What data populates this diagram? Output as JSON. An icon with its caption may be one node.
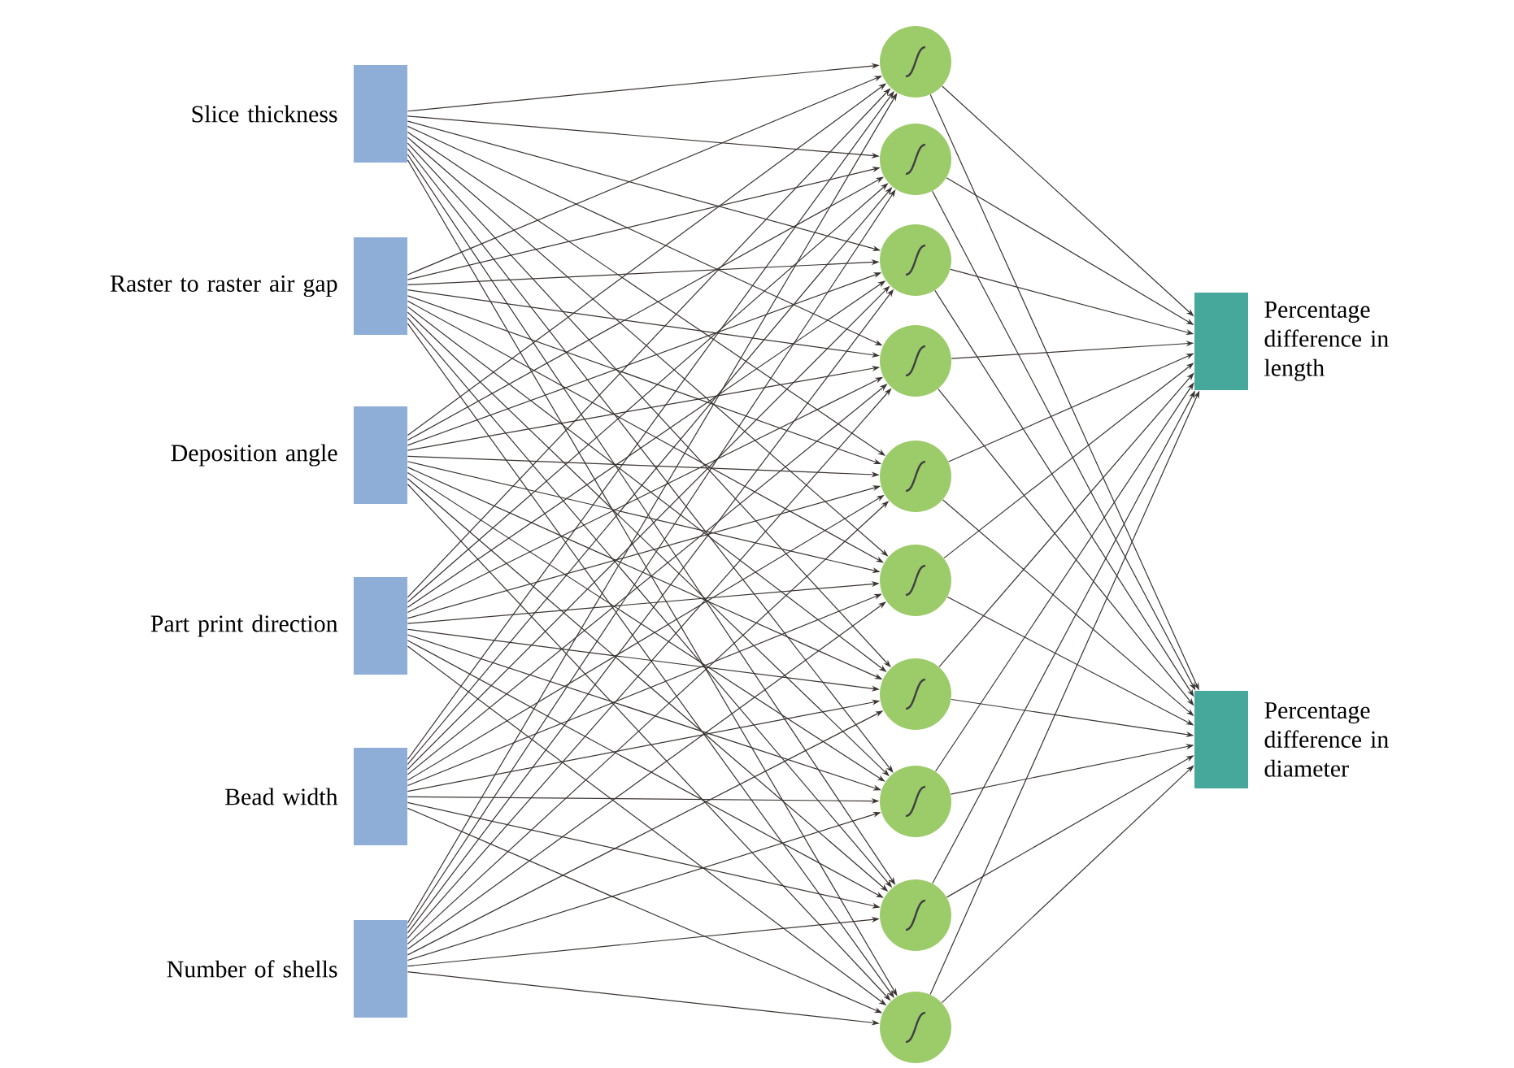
{
  "diagram": {
    "nodes": [
      {
        "text": [
          "Slice thickness"
        ]
      },
      {
        "text": [
          "Raster to raster air gap"
        ]
      },
      {
        "text": [
          "Deposition angle"
        ]
      },
      {
        "text": [
          "Part print direction"
        ]
      },
      {
        "text": [
          "Bead width"
        ]
      },
      {
        "text": [
          "Number of shells"
        ]
      },
      {
        "text": [],
        "shape": "circle"
      },
      {
        "text": [],
        "shape": "circle"
      },
      {
        "text": [],
        "shape": "circle"
      },
      {
        "text": [],
        "shape": "circle"
      },
      {
        "text": [],
        "shape": "circle"
      },
      {
        "text": [],
        "shape": "circle"
      },
      {
        "text": [],
        "shape": "circle"
      },
      {
        "text": [],
        "shape": "circle"
      },
      {
        "text": [],
        "shape": "circle"
      },
      {
        "text": [],
        "shape": "circle"
      },
      {
        "text": [
          "Percentage difference in length"
        ]
      },
      {
        "text": [
          "Percentage difference in diameter"
        ]
      }
    ],
    "edges": [
      {
        "from": 0,
        "to": 6,
        "arrow": "to"
      },
      {
        "from": 0,
        "to": 7,
        "arrow": "to"
      },
      {
        "from": 0,
        "to": 8,
        "arrow": "to"
      },
      {
        "from": 0,
        "to": 9,
        "arrow": "to"
      },
      {
        "from": 0,
        "to": 10,
        "arrow": "to"
      },
      {
        "from": 0,
        "to": 11,
        "arrow": "to"
      },
      {
        "from": 0,
        "to": 12,
        "arrow": "to"
      },
      {
        "from": 0,
        "to": 13,
        "arrow": "to"
      },
      {
        "from": 0,
        "to": 14,
        "arrow": "to"
      },
      {
        "from": 0,
        "to": 15,
        "arrow": "to"
      },
      {
        "from": 1,
        "to": 6,
        "arrow": "to"
      },
      {
        "from": 1,
        "to": 7,
        "arrow": "to"
      },
      {
        "from": 1,
        "to": 8,
        "arrow": "to"
      },
      {
        "from": 1,
        "to": 9,
        "arrow": "to"
      },
      {
        "from": 1,
        "to": 10,
        "arrow": "to"
      },
      {
        "from": 1,
        "to": 11,
        "arrow": "to"
      },
      {
        "from": 1,
        "to": 12,
        "arrow": "to"
      },
      {
        "from": 1,
        "to": 13,
        "arrow": "to"
      },
      {
        "from": 1,
        "to": 14,
        "arrow": "to"
      },
      {
        "from": 1,
        "to": 15,
        "arrow": "to"
      },
      {
        "from": 2,
        "to": 6,
        "arrow": "to"
      },
      {
        "from": 2,
        "to": 7,
        "arrow": "to"
      },
      {
        "from": 2,
        "to": 8,
        "arrow": "to"
      },
      {
        "from": 2,
        "to": 9,
        "arrow": "to"
      },
      {
        "from": 2,
        "to": 10,
        "arrow": "to"
      },
      {
        "from": 2,
        "to": 11,
        "arrow": "to"
      },
      {
        "from": 2,
        "to": 12,
        "arrow": "to"
      },
      {
        "from": 2,
        "to": 13,
        "arrow": "to"
      },
      {
        "from": 2,
        "to": 14,
        "arrow": "to"
      },
      {
        "from": 2,
        "to": 15,
        "arrow": "to"
      },
      {
        "from": 3,
        "to": 6,
        "arrow": "to"
      },
      {
        "from": 3,
        "to": 7,
        "arrow": "to"
      },
      {
        "from": 3,
        "to": 8,
        "arrow": "to"
      },
      {
        "from": 3,
        "to": 9,
        "arrow": "to"
      },
      {
        "from": 3,
        "to": 10,
        "arrow": "to"
      },
      {
        "from": 3,
        "to": 11,
        "arrow": "to"
      },
      {
        "from": 3,
        "to": 12,
        "arrow": "to"
      },
      {
        "from": 3,
        "to": 13,
        "arrow": "to"
      },
      {
        "from": 3,
        "to": 14,
        "arrow": "to"
      },
      {
        "from": 3,
        "to": 15,
        "arrow": "to"
      },
      {
        "from": 4,
        "to": 6,
        "arrow": "to"
      },
      {
        "from": 4,
        "to": 7,
        "arrow": "to"
      },
      {
        "from": 4,
        "to": 8,
        "arrow": "to"
      },
      {
        "from": 4,
        "to": 9,
        "arrow": "to"
      },
      {
        "from": 4,
        "to": 10,
        "arrow": "to"
      },
      {
        "from": 4,
        "to": 11,
        "arrow": "to"
      },
      {
        "from": 4,
        "to": 12,
        "arrow": "to"
      },
      {
        "from": 4,
        "to": 13,
        "arrow": "to"
      },
      {
        "from": 4,
        "to": 14,
        "arrow": "to"
      },
      {
        "from": 4,
        "to": 15,
        "arrow": "to"
      },
      {
        "from": 5,
        "to": 6,
        "arrow": "to"
      },
      {
        "from": 5,
        "to": 7,
        "arrow": "to"
      },
      {
        "from": 5,
        "to": 8,
        "arrow": "to"
      },
      {
        "from": 5,
        "to": 9,
        "arrow": "to"
      },
      {
        "from": 5,
        "to": 10,
        "arrow": "to"
      },
      {
        "from": 5,
        "to": 11,
        "arrow": "to"
      },
      {
        "from": 5,
        "to": 12,
        "arrow": "to"
      },
      {
        "from": 5,
        "to": 13,
        "arrow": "to"
      },
      {
        "from": 5,
        "to": 14,
        "arrow": "to"
      },
      {
        "from": 5,
        "to": 15,
        "arrow": "to"
      },
      {
        "from": 6,
        "to": 16,
        "arrow": "to"
      },
      {
        "from": 6,
        "to": 17,
        "arrow": "to"
      },
      {
        "from": 7,
        "to": 16,
        "arrow": "to"
      },
      {
        "from": 7,
        "to": 17,
        "arrow": "to"
      },
      {
        "from": 8,
        "to": 16,
        "arrow": "to"
      },
      {
        "from": 8,
        "to": 17,
        "arrow": "to"
      },
      {
        "from": 9,
        "to": 16,
        "arrow": "to"
      },
      {
        "from": 9,
        "to": 17,
        "arrow": "to"
      },
      {
        "from": 10,
        "to": 16,
        "arrow": "to"
      },
      {
        "from": 10,
        "to": 17,
        "arrow": "to"
      },
      {
        "from": 11,
        "to": 16,
        "arrow": "to"
      },
      {
        "from": 11,
        "to": 17,
        "arrow": "to"
      },
      {
        "from": 12,
        "to": 16,
        "arrow": "to"
      },
      {
        "from": 12,
        "to": 17,
        "arrow": "to"
      },
      {
        "from": 13,
        "to": 16,
        "arrow": "to"
      },
      {
        "from": 13,
        "to": 17,
        "arrow": "to"
      },
      {
        "from": 14,
        "to": 16,
        "arrow": "to"
      },
      {
        "from": 14,
        "to": 17,
        "arrow": "to"
      },
      {
        "from": 15,
        "to": 16,
        "arrow": "to"
      },
      {
        "from": 15,
        "to": 17,
        "arrow": "to"
      }
    ]
  }
}
